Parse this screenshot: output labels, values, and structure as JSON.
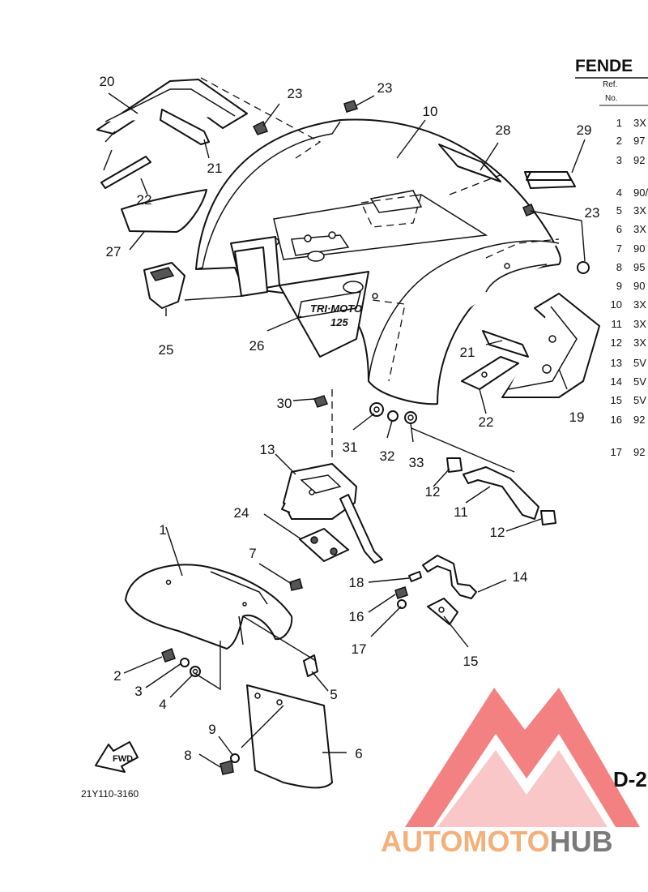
{
  "title": "FENDE",
  "table": {
    "header_ref": "Ref.",
    "header_no": "No.",
    "rows": [
      {
        "ref": "1",
        "code": "3X"
      },
      {
        "ref": "2",
        "code": "97"
      },
      {
        "ref": "3",
        "code": "92"
      },
      {
        "ref": "4",
        "code": "90/"
      },
      {
        "ref": "5",
        "code": "3X"
      },
      {
        "ref": "6",
        "code": "3X"
      },
      {
        "ref": "7",
        "code": "90"
      },
      {
        "ref": "8",
        "code": "95"
      },
      {
        "ref": "9",
        "code": "90"
      },
      {
        "ref": "10",
        "code": "3X"
      },
      {
        "ref": "11",
        "code": "3X"
      },
      {
        "ref": "12",
        "code": "3X"
      },
      {
        "ref": "13",
        "code": "5V"
      },
      {
        "ref": "14",
        "code": "5V"
      },
      {
        "ref": "15",
        "code": "5V"
      },
      {
        "ref": "16",
        "code": "92"
      },
      {
        "ref": "17",
        "code": "92"
      }
    ]
  },
  "callouts": [
    "1",
    "2",
    "3",
    "4",
    "5",
    "6",
    "7",
    "8",
    "9",
    "10",
    "11",
    "12",
    "12",
    "13",
    "14",
    "15",
    "16",
    "17",
    "18",
    "19",
    "20",
    "21",
    "21",
    "22",
    "22",
    "23",
    "23",
    "23",
    "24",
    "25",
    "26",
    "27",
    "28",
    "29",
    "30",
    "31",
    "32",
    "33"
  ],
  "emblem_text": "TRI·MOTO",
  "emblem_sub": "125",
  "fwd_label": "FWD",
  "drawing_number": "21Y110-3160",
  "page_ref": "D-2",
  "watermark": {
    "part1": "AUTOMOTO",
    "part2": "HUB",
    "color1": "#f3b07a",
    "color2": "#7a7a7a",
    "logo_color": "#ee3a3a"
  }
}
